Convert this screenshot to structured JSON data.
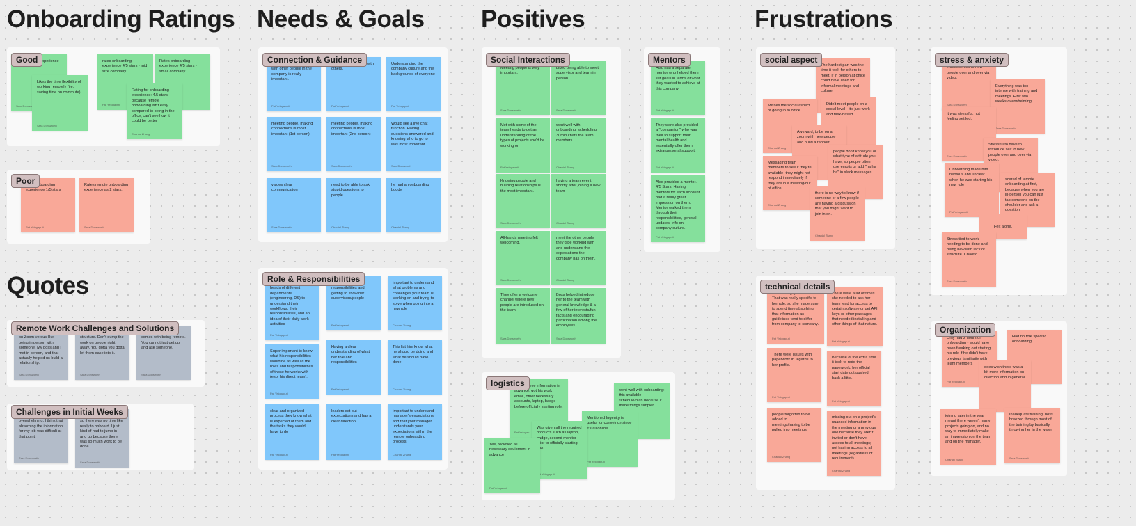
{
  "headings": {
    "onboarding": "Onboarding Ratings",
    "needs": "Needs & Goals",
    "positives": "Positives",
    "frustrations": "Frustrations",
    "quotes": "Quotes"
  },
  "groups": {
    "good": "Good",
    "poor": "Poor",
    "connection": "Connection & Guidance",
    "role": "Role & Responsibilities",
    "social_interactions": "Social Interactions",
    "mentors": "Mentors",
    "logistics": "logistics",
    "social_aspect": "social aspect",
    "stress": "stress & anxiety",
    "technical": "technical details",
    "organization": "Organization",
    "remote_work": "Remote Work Challenges and Solutions",
    "initial_weeks": "Challenges in Initial Weeks"
  },
  "colors": {
    "green": "#85e09c",
    "blue": "#80c7fb",
    "salmon": "#f9a898",
    "slate": "#b3bcc9"
  },
  "notes": {
    "good": [
      {
        "text": "...ting remote experience as 5 stars.",
        "author": "Sara Donsworth"
      },
      {
        "text": "Likes the time flexibility of working remotely (i.e. saving time on commute)",
        "author": "Sara Donsworth"
      },
      {
        "text": "rates onboarding experience 4/5 stars - mid size company",
        "author": "Pat Yelogaputi"
      },
      {
        "text": "Rates onboarding experience 4/5 stars - small company",
        "author": ""
      },
      {
        "text": "Rating for onboarding experience: 4.5 stars because remote onboarding isn't easy compared to being in the office; can't see how it could be better",
        "author": "Chantal Zhang"
      }
    ],
    "poor": [
      {
        "text": "...ote onboarding experience 1/5 stars",
        "author": "Pat Yelogaputi"
      },
      {
        "text": "Rates remote onboarding experience as 2 stars.",
        "author": "Sara Donsworth"
      }
    ],
    "connection": [
      {
        "text": "...mentions connection with other people in the company is really important.",
        "author": "Pat Yelogaputi"
      },
      {
        "text": "...values connection with others.",
        "author": "Pat Yelogaputi"
      },
      {
        "text": "Understanding the company culture and the backgrounds of everyone",
        "author": "Pat Yelogaputi"
      },
      {
        "text": "meeting people, making connections is most important (1st person)",
        "author": "Sara Donsworth"
      },
      {
        "text": "meeting people, making connections is most important (2nd person)",
        "author": "Sara Donsworth"
      },
      {
        "text": "Would like a live chat function. Having questions answered and knowing who to go to was most important.",
        "author": "Sara Donsworth"
      },
      {
        "text": "values clear communication",
        "author": "Sara Donsworth"
      },
      {
        "text": "need to be able to ask stupid questions to people",
        "author": "Chantal Zhang"
      },
      {
        "text": "he had an onboarding buddy",
        "author": "Chantal Zhang"
      }
    ],
    "role": [
      {
        "text": "...know more about the heads of different departments (engineering, DS) to understand their workflows, their responsibilities, and an idea of their daily work activities",
        "author": "Pat Yelogaputi"
      },
      {
        "text": "...ding her role and responsibilities and getting to know her supervisors/people",
        "author": "Pat Yelogaputi"
      },
      {
        "text": "Important to understand what problems and challenges your team is working on and trying to solve when going into a new role",
        "author": "Chantal Zhang"
      },
      {
        "text": "Super important to know what his responsibilities would be as well as the roles and responsibilities of those he works with (esp. his direct team).",
        "author": "Pat Yelogaputi"
      },
      {
        "text": "Having a clear understanding of what her role and responsibilities",
        "author": "Pat Yelogaputi"
      },
      {
        "text": "This list him know what he should be doing and what he should have done.",
        "author": "Chantal Zhang"
      },
      {
        "text": "clear and organized process they know what is expected of them and the tasks they would have to do",
        "author": "Pat Yelogaputi"
      },
      {
        "text": "leaders set out expectations and has a clear direction,",
        "author": "Pat Yelogaputi"
      },
      {
        "text": "Important to understand manager's expectations and that your manager understands your expectations within the remote onboarding process",
        "author": "Chantal Zhang"
      }
    ],
    "social_interactions": [
      {
        "text": "Meeting people is very important.",
        "author": "Sara Donsworth"
      },
      {
        "text": "Liked being able to meet supervisor and team in person.",
        "author": "Sara Donsworth"
      },
      {
        "text": "Met with some of the team heads to get an understanding of the types of projects she'd be working on",
        "author": "Pat Yelogaputi"
      },
      {
        "text": "went well with onboarding: scheduling 30min chats the team members",
        "author": "Chantal Zhang"
      },
      {
        "text": "Knowing people and building relationships is the most important.",
        "author": "Sara Donsworth"
      },
      {
        "text": "having a team event shortly after joining a new team",
        "author": "Chantal Zhang"
      },
      {
        "text": "All-hands meeting felt welcoming.",
        "author": "Sara Donsworth"
      },
      {
        "text": "meet the other people they'd be working with and understand the expectations the company has on them.",
        "author": "Chantal Zhang"
      },
      {
        "text": "They offer a welcome channel where new people are introduced on the team.",
        "author": "Sara Donsworth"
      },
      {
        "text": "Boss helped introduce her to the team with general knowledge & a few of her interests/fun facts and encouraging participation among the employees.",
        "author": "Sara Donsworth"
      }
    ],
    "mentors": [
      {
        "text": "Also had a separate mentor who helped them set goals in terms of what they wanted to achieve at this company.",
        "author": "Pat Yelogaputi"
      },
      {
        "text": "They were also provided a \"companion\" who was their to support their mental health and essentially offer them extra-personal support.",
        "author": "Pat Yelogaputi"
      },
      {
        "text": "Also provided a mentor. 4/5 Stars. Having mentors for each account had a really great impression on them. Mentor walked them through their responsibilities, general updates, info on company culture.",
        "author": "Pat Yelogaputi"
      }
    ],
    "logistics": [
      {
        "text": "...nd recieve information in advance: got his work email, other necessary accounts, laptop, badge before officially starting role.",
        "author": "Pat Yelogap"
      },
      {
        "text": "went well with onboarding: this available schedule/plan because it made things simpler",
        "author": ""
      },
      {
        "text": "Mentioned Ingenity is useful for conveince since it's all online.",
        "author": "Pat Yelogaputi"
      },
      {
        "text": "Was given all the required products such as laptop, badge, second monitor prior to officially starting role.",
        "author": "Pat Yelogaputi"
      },
      {
        "text": "Yes, recieved all necessary equipment in advance",
        "author": "Pat Yelogaputi"
      }
    ],
    "social_aspect": [
      {
        "text": "The hardest part was the time it took for others to meet, if in person at office could have used for informal meetings and culture.",
        "author": ""
      },
      {
        "text": "Misses the social aspect of going in to office",
        "author": "Chantal Zhang"
      },
      {
        "text": "Didn't meet people on a social level - it's just work and task-based.",
        "author": ""
      },
      {
        "text": "Awkward, to be on a zoom with new people and build a rapport",
        "author": ""
      },
      {
        "text": "people don't know you or what type of attitude you have, so people often use emojis or add \"ha ha ha\" in slack messages",
        "author": ""
      },
      {
        "text": "Messaging team members to see if they're available- they might not respond immediately if they are in a meeting/out of office",
        "author": "Chantal Zhang"
      },
      {
        "text": "there is no way to know if someone or a few people are having a discussion that you might want to join in on.",
        "author": "Chantal Zhang"
      }
    ],
    "stress": [
      {
        "text": "Stressful to have to introduce self to new people over and over via video.",
        "author": "Sara Donsworth"
      },
      {
        "text": "Everything was too intense with training and meetings. First two weeks overwhelming.",
        "author": "Sara Donsworth"
      },
      {
        "text": "It was stressful, not feeling settled.",
        "author": "Sara Donsworth"
      },
      {
        "text": "Stressful to have to introduce self to new people over and over via video.",
        "author": ""
      },
      {
        "text": "Onboarding made him nervous and unclear when he was starting his new role",
        "author": "Pat Yelogaputi"
      },
      {
        "text": "scared of remote onboarding at first, because when you are in-person you can just tap someone on the shoulder and ask a question",
        "author": ""
      },
      {
        "text": "Felt alone.",
        "author": ""
      },
      {
        "text": "Stress tied to work needing to be done and being new with lack of structure. Chaotic.",
        "author": "Sara Donsworth"
      }
    ],
    "technical": [
      {
        "text": "...he coding guidelines. That was really specific to her role, so she made sure to spend time absorbing that information as guidelines tend to differ from company to company.",
        "author": "Pat Yelogaputi"
      },
      {
        "text": "There were a lot of times she needed to ask her team lead for access to certain software or get API keys or other packages that needed installing and other things of that nature.",
        "author": "Pat Yelogaputi"
      },
      {
        "text": "There were issues with paperwork in regards to her profile.",
        "author": "Pat Yelogaputi"
      },
      {
        "text": "Because of the extra time it took to redo the paperwork, her official start date got pushed back a little.",
        "author": "Pat Yelogaputi"
      },
      {
        "text": "people forgotten to be added to meetings/having to be pulled into meetings",
        "author": "Chantal Zhang"
      },
      {
        "text": "missing out on a project's nuanced information in the meeting or a previous one because they aren't invited or don't have access to all meetings; not having access to all meetings (regardless of requirement)",
        "author": "Chantal Zhang"
      }
    ],
    "organization": [
      {
        "text": "Only had 2 hours of onboarding - would have been freaking out starting his role if he didn't have previous familiarity with team members",
        "author": "Pat Yelogaputi"
      },
      {
        "text": "Had no role specific onboarding",
        "author": ""
      },
      {
        "text": "does wish there was a bit more information on direction and in general",
        "author": ""
      },
      {
        "text": "joining later in the year meant there weren't many projects going on, and no way to immediately make an impression on the team and on the manager.",
        "author": "Chantal Zhang"
      },
      {
        "text": "Inadequate training, boss breezed through most of the training by basically throwing her in the water",
        "author": "Sara Donsworth"
      }
    ],
    "remote_work": [
      {
        "text": "...awkward about being on Zoom versus like being in person with someone. My boss and I met in person, and that actually helped us build a relationship.",
        "author": "Sara Donsworth"
      },
      {
        "text": "...you have to have structure. Don't dump the work on people right away. You gotta you gotta let them ease into it.",
        "author": "Sara Donsworth"
      },
      {
        "text": "...t of guesswork that comes with being remote. You cannot just get up and ask someone.",
        "author": "Sara Donsworth"
      }
    ],
    "initial_weeks": [
      {
        "text": "...was very, extremely overwhelming. I think that absorbing the information for my job was difficult at that point.",
        "author": "Sara Donsworth"
      },
      {
        "text": "...chaos when I came on, so there was no time like really to onboard. I just kind of had to jump in and go because there was so much work to be done.",
        "author": "Sara Donsworth"
      }
    ]
  }
}
